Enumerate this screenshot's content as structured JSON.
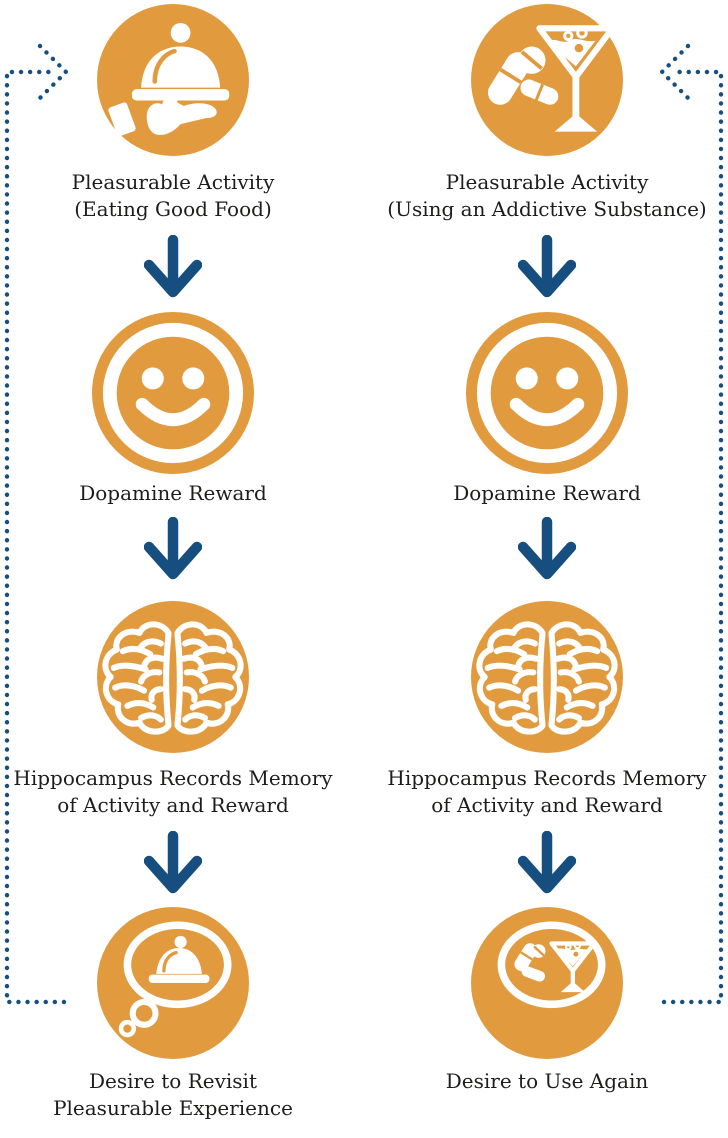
{
  "palette": {
    "orange": "#E29A3E",
    "navy": "#174E80",
    "text": "#1D1D1B",
    "bg": "#FFFFFF",
    "icon": "#FFFFFF"
  },
  "columns": [
    {
      "id": "natural-reward-cycle",
      "steps": [
        {
          "icon": "serving-dish-in-hand-icon",
          "label_lines": [
            "Pleasurable Activity",
            "(Eating Good Food)"
          ]
        },
        {
          "icon": "smiley-face-icon",
          "label_lines": [
            "Dopamine Reward"
          ]
        },
        {
          "icon": "brain-icon",
          "label_lines": [
            "Hippocampus Records Memory",
            "of Activity and Reward"
          ]
        },
        {
          "icon": "thought-bubble-serving-dish-icon",
          "label_lines": [
            "Desire to Revisit",
            "Pleasurable Experience"
          ]
        }
      ]
    },
    {
      "id": "addictive-substance-cycle",
      "steps": [
        {
          "icon": "pills-and-martini-icon",
          "label_lines": [
            "Pleasurable Activity",
            "(Using an Addictive Substance)"
          ]
        },
        {
          "icon": "smiley-face-icon",
          "label_lines": [
            "Dopamine Reward"
          ]
        },
        {
          "icon": "brain-icon",
          "label_lines": [
            "Hippocampus Records Memory",
            "of Activity and Reward"
          ]
        },
        {
          "icon": "thought-bubble-pills-martini-icon",
          "label_lines": [
            "Desire to Use Again"
          ]
        }
      ]
    }
  ],
  "connectors": {
    "step_arrow_direction": "down",
    "left_loop": "dotted arrow from bottom-left step back up to top-left step",
    "right_loop": "dotted arrow from bottom-right step back up to top-right step"
  }
}
